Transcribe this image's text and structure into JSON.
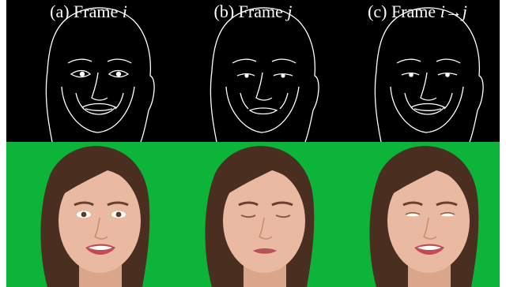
{
  "panels": [
    {
      "label_prefix": "(a) Frame ",
      "label_var": "i",
      "eyes": "open",
      "mouth": "smile"
    },
    {
      "label_prefix": "(b) Frame ",
      "label_var": "j",
      "eyes": "closed",
      "mouth": "neutral"
    },
    {
      "label_prefix": "(c) Frame ",
      "label_var": "i→j",
      "eyes": "half-closed",
      "mouth": "smile"
    }
  ],
  "colors": {
    "sketch_background": "#000000",
    "sketch_line": "#ffffff",
    "photo_background": "#0db43a",
    "hair": "#4a2e1f",
    "skin": "#e9b9a1"
  }
}
